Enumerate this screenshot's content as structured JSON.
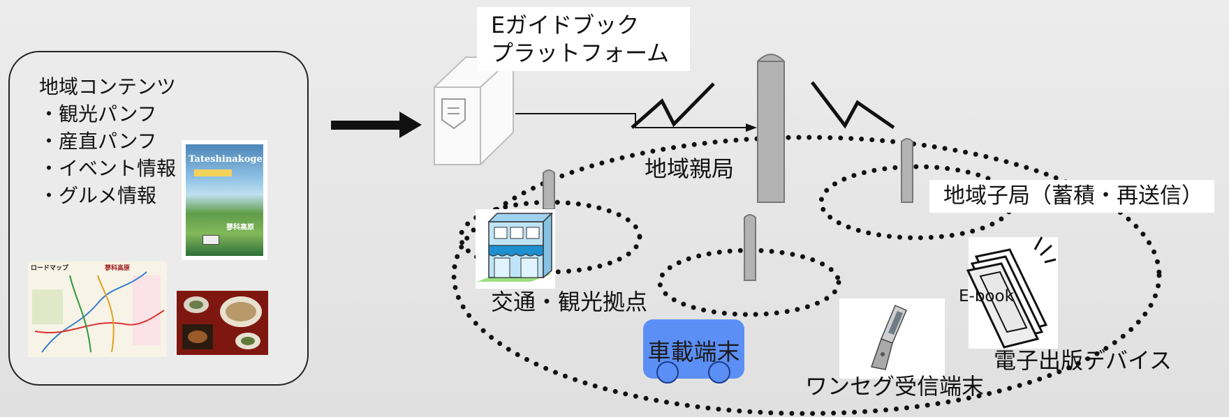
{
  "content_box": {
    "title": "地域コンテンツ",
    "items": [
      "・観光パンフ",
      "・産直パンフ",
      "・イベント情報",
      "・グルメ情報"
    ]
  },
  "brochure": {
    "title": "Tateshinakogen",
    "subtitle": "蓼科高原"
  },
  "map_thumb": {
    "title": "ロードマップ",
    "subtitle": "蓼科高原"
  },
  "platform": {
    "line1": "Eガイドブック",
    "line2": "プラットフォーム"
  },
  "labels": {
    "parent_station": "地域親局",
    "child_station": "地域子局（蓄積・再送信）",
    "transport": "交通・観光拠点",
    "vehicle": "車載端末",
    "oneseg": "ワンセグ受信端末",
    "ebook_tag": "E-book",
    "epub_device": "電子出版デバイス"
  },
  "colors": {
    "vehicle": "#5b8ff6",
    "tower": "#b3b3b3",
    "store_awning": "#1e90d0",
    "store_wall": "#bfe4f7"
  }
}
